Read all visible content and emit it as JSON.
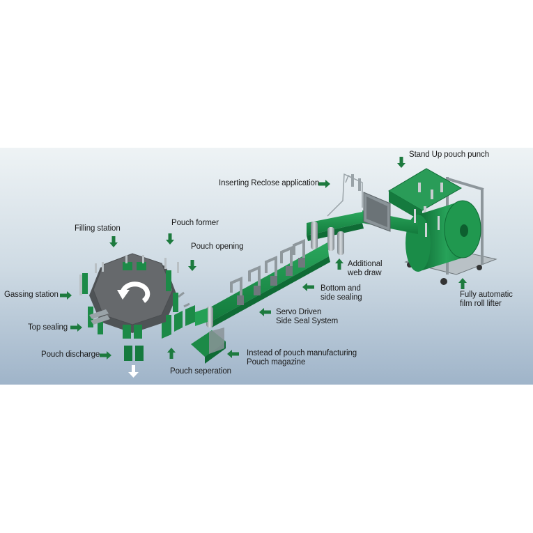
{
  "diagram": {
    "colors": {
      "machine_green": "#1f8a4c",
      "dark_green": "#0f6b35",
      "arrow_green": "#1d7a3e",
      "steel": "#9aa3a8",
      "table_grey": "#5f6366",
      "background_top": "#e9eff2",
      "background_bottom": "#a6b9cc"
    },
    "labels": {
      "stand_up_pouch_punch": "Stand Up pouch punch",
      "inserting_reclose": "Inserting Reclose application",
      "filling_station": "Filling station",
      "pouch_former": "Pouch former",
      "pouch_opening": "Pouch opening",
      "additional_web_draw_1": "Additional",
      "additional_web_draw_2": "web draw",
      "gassing_station": "Gassing station",
      "bottom_side_sealing_1": "Bottom and",
      "bottom_side_sealing_2": "side sealing",
      "fully_automatic_1": "Fully automatic",
      "fully_automatic_2": "film roll lifter",
      "servo_driven_1": "Servo Driven",
      "servo_driven_2": "Side Seal System",
      "top_sealing": "Top sealing",
      "instead_of_pouch_1": "Instead of pouch manufacturing",
      "instead_of_pouch_2": "Pouch magazine",
      "pouch_discharge": "Pouch discharge",
      "pouch_separation": "Pouch seperation"
    },
    "icons": [
      "arrow-icon",
      "rotation-icon",
      "film-roll-icon"
    ]
  }
}
